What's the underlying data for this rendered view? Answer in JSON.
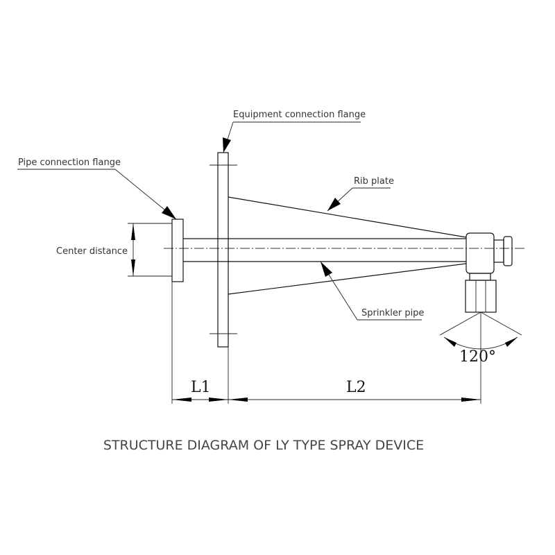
{
  "labels": {
    "equipment_flange": "Equipment connection flange",
    "pipe_flange": "Pipe connection flange",
    "rib_plate": "Rib plate",
    "center_distance": "Center distance",
    "sprinkler_pipe": "Sprinkler pipe"
  },
  "dimensions": {
    "l1": "L1",
    "l2": "L2",
    "angle": "120°"
  },
  "title": "STRUCTURE DIAGRAM OF LY TYPE SPRAY DEVICE"
}
